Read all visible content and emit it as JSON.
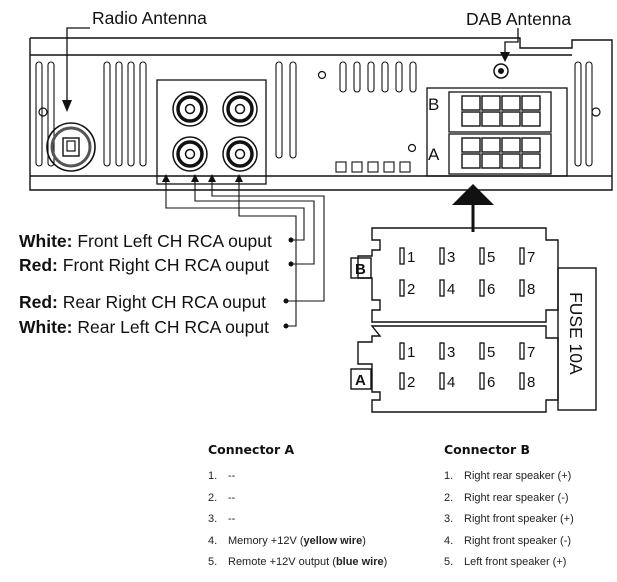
{
  "antennas": {
    "radio": "Radio Antenna",
    "dab": "DAB Antenna"
  },
  "unit_ports": {
    "upper": "B",
    "lower": "A"
  },
  "rca_labels": [
    {
      "color": "White:",
      "text": "Front Left CH RCA ouput"
    },
    {
      "color": "Red:",
      "text": "Front Right CH RCA ouput"
    },
    {
      "color": "Red:",
      "text": "Rear Right CH RCA ouput"
    },
    {
      "color": "White:",
      "text": "Rear Left CH RCA ouput"
    }
  ],
  "plug": {
    "fuse": "FUSE 10A",
    "block_b": {
      "tag": "B",
      "pins": [
        "1",
        "2",
        "3",
        "4",
        "5",
        "6",
        "7",
        "8"
      ]
    },
    "block_a": {
      "tag": "A",
      "pins": [
        "1",
        "2",
        "3",
        "4",
        "5",
        "6",
        "7",
        "8"
      ]
    }
  },
  "connector_a": {
    "title": "Connector A",
    "items": [
      {
        "num": "1.",
        "text": "--"
      },
      {
        "num": "2.",
        "text": "--"
      },
      {
        "num": "3.",
        "text": "--"
      },
      {
        "num": "4.",
        "text": "Memory +12V (",
        "bold": "yellow wire",
        "after": ")"
      },
      {
        "num": "5.",
        "text": "Remote +12V output (",
        "bold": "blue wire",
        "after": ")"
      }
    ]
  },
  "connector_b": {
    "title": "Connector B",
    "items": [
      {
        "num": "1.",
        "text": "Right rear speaker (+)"
      },
      {
        "num": "2.",
        "text": "Right rear speaker (-)"
      },
      {
        "num": "3.",
        "text": "Right front speaker (+)"
      },
      {
        "num": "4.",
        "text": "Right front speaker (-)"
      },
      {
        "num": "5.",
        "text": "Left front speaker (+)"
      }
    ]
  }
}
